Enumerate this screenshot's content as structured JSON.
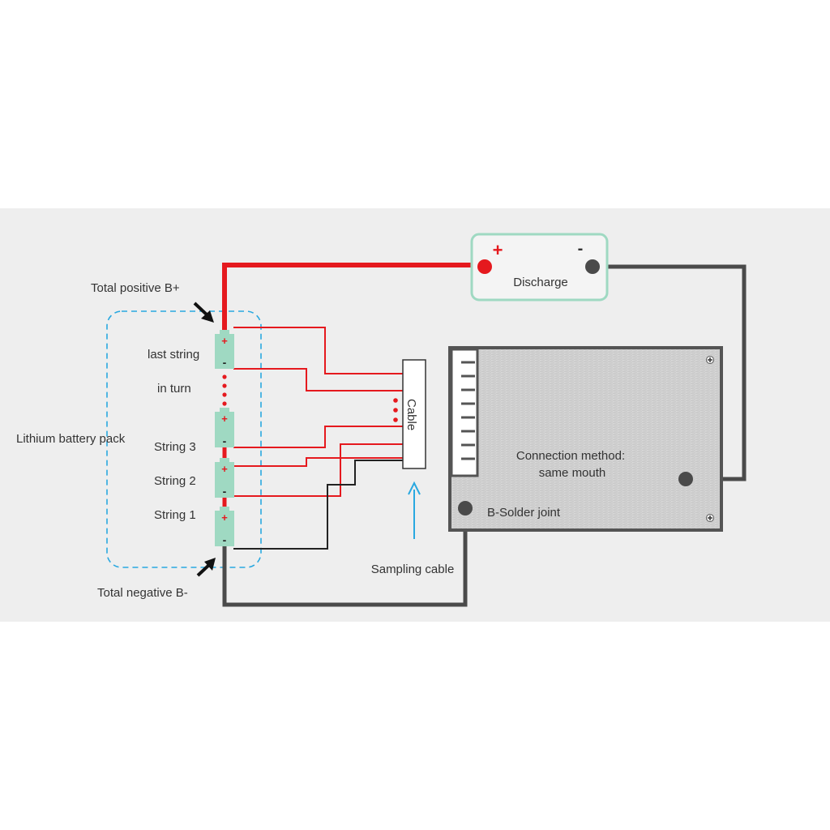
{
  "labels": {
    "total_positive": "Total positive B+",
    "total_negative": "Total negative B-",
    "pack": "Lithium battery pack",
    "last_string": "last string",
    "in_turn": "in turn",
    "string3": "String 3",
    "string2": "String 2",
    "string1": "String 1",
    "discharge": "Discharge",
    "plus": "+",
    "minus": "-",
    "cable": "Cable",
    "sampling_cable": "Sampling cable",
    "connection_method_line1": "Connection method:",
    "connection_method_line2": "same mouth",
    "b_solder": "B-Solder joint"
  },
  "colors": {
    "panel_bg": "#eeeeee",
    "red_wire": "#e5191e",
    "dark_wire": "#4a4a4a",
    "sampling_black": "#222222",
    "cell": "#9fd9c2",
    "discharge_border": "#9fd9c2",
    "pack_dash": "#29a8e0",
    "arrow_blue": "#29a8e0",
    "board": "#cfcfcf",
    "board_border": "#545454",
    "text": "#333333"
  },
  "icons": {
    "pointer_arrows": "black-arrow-icon",
    "sampling_arrow": "blue-up-arrow-icon",
    "mount_screws": "plus-screw-icon"
  }
}
